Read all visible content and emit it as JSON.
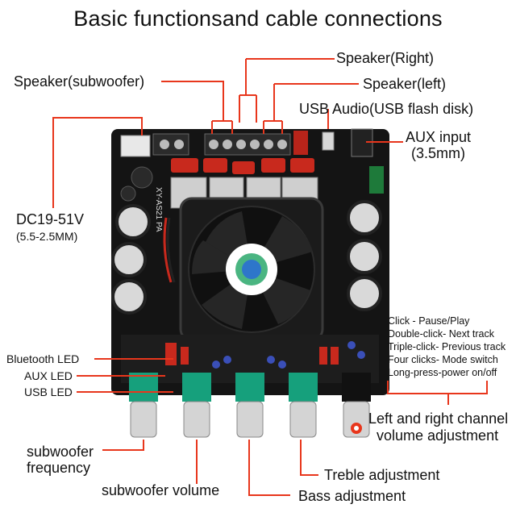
{
  "title": "Basic functionsand cable connections",
  "labels": {
    "speaker_right": "Speaker(Right)",
    "speaker_subwoofer": "Speaker(subwoofer)",
    "speaker_left": "Speaker(left)",
    "usb_audio": "USB Audio(USB flash disk)",
    "aux_input": "AUX input",
    "aux_input_size": "(3.5mm)",
    "dc": "DC19-51V",
    "dc_plug": "(5.5-2.5MM)",
    "bluetooth_led": "Bluetooth LED",
    "aux_led": "AUX LED",
    "usb_led": "USB LED",
    "subwoofer_frequency_1": "subwoofer",
    "subwoofer_frequency_2": "frequency",
    "subwoofer_volume": "subwoofer volume",
    "bass": "Bass adjustment",
    "treble": "Treble adjustment",
    "volume_1": "Left and right channel",
    "volume_2": "volume adjustment",
    "board_marking": "XY-AS21 PA"
  },
  "button_functions": [
    "Click - Pause/Play",
    "Double-click- Next track",
    "Triple-click- Previous track",
    "Four clicks- Mode switch",
    "Long-press-power on/off"
  ],
  "colors": {
    "leader": "#e8361c",
    "board": "#141414",
    "capacitor_red": "#c8291d",
    "pot_green": "#16a07c"
  }
}
